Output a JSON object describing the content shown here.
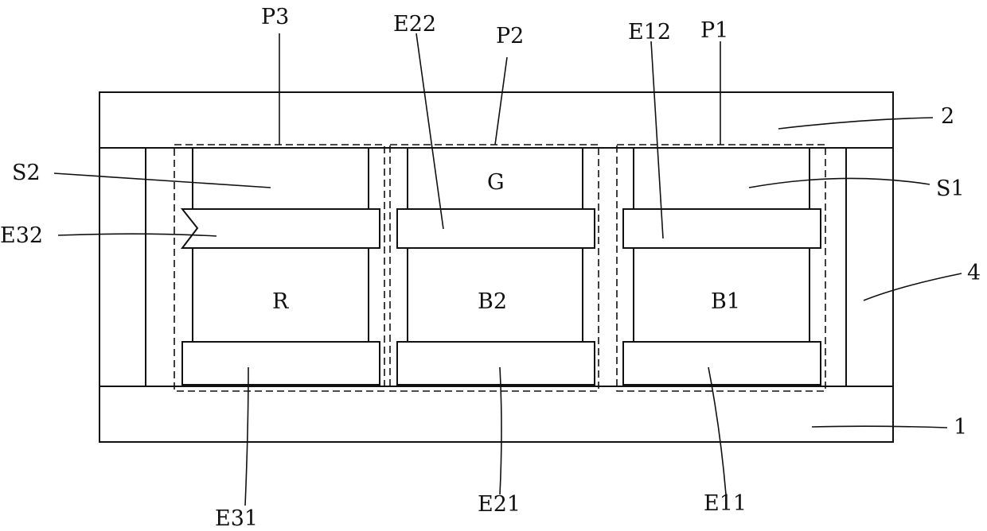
{
  "labels": {
    "P3": "P3",
    "E22": "E22",
    "P2": "P2",
    "E12": "E12",
    "P1": "P1",
    "L2": "2",
    "S2": "S2",
    "S1": "S1",
    "E32": "E32",
    "L4": "4",
    "R": "R",
    "B2": "B2",
    "B1": "B1",
    "G": "G",
    "L1": "1",
    "E31": "E31",
    "E21": "E21",
    "E11": "E11"
  },
  "colors": {
    "line": "#111111",
    "background": "#ffffff"
  }
}
